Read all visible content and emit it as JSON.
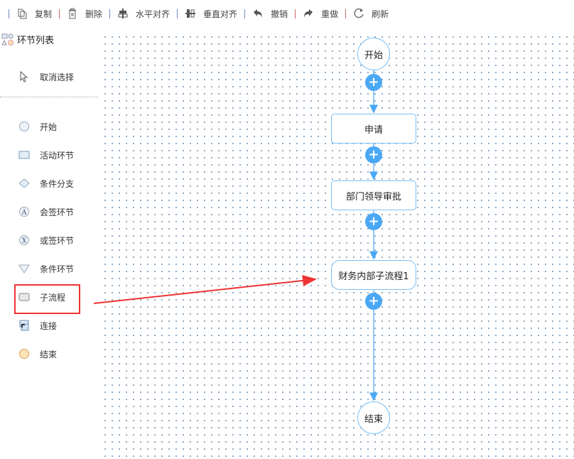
{
  "toolbar": {
    "copy": "复制",
    "delete": "删除",
    "h_align": "水平对齐",
    "v_align": "垂直对齐",
    "undo": "撤销",
    "redo": "重做",
    "refresh": "刷新"
  },
  "sidebar": {
    "title": "环节列表",
    "deselect": "取消选择",
    "items": [
      {
        "label": "开始"
      },
      {
        "label": "活动环节"
      },
      {
        "label": "条件分支"
      },
      {
        "label": "会签环节"
      },
      {
        "label": "或签环节"
      },
      {
        "label": "条件环节"
      },
      {
        "label": "子流程"
      },
      {
        "label": "连接"
      },
      {
        "label": "结束"
      }
    ]
  },
  "flow": {
    "start": "开始",
    "n1": "申请",
    "n2": "部门领导审批",
    "n3": "财务内部子流程1",
    "end": "结束",
    "plus": "+"
  },
  "colors": {
    "accent": "#4aa8f5",
    "highlight": "#ee3333"
  }
}
